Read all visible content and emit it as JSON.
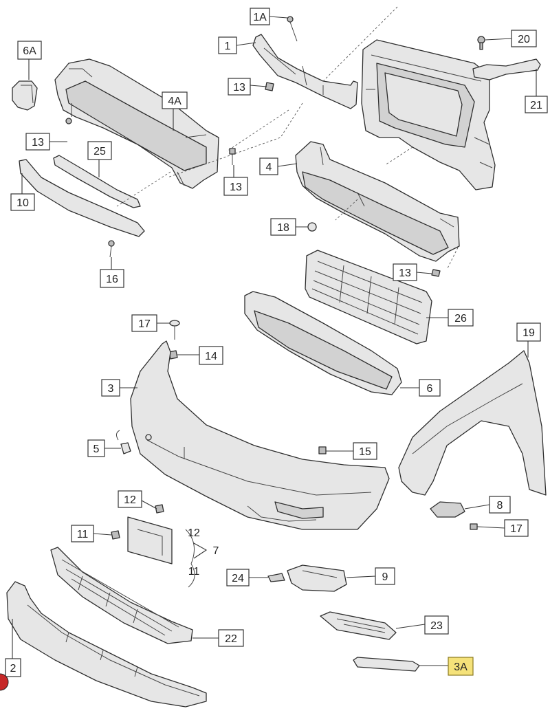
{
  "labels": {
    "l_1A": "1A",
    "l_1": "1",
    "l_13a": "13",
    "l_20": "20",
    "l_21": "21",
    "l_6A": "6A",
    "l_4A": "4A",
    "l_13b": "13",
    "l_25": "25",
    "l_13c": "13",
    "l_10": "10",
    "l_4": "4",
    "l_18": "18",
    "l_13d": "13",
    "l_16": "16",
    "l_26": "26",
    "l_17a": "17",
    "l_19": "19",
    "l_14": "14",
    "l_3": "3",
    "l_6": "6",
    "l_5": "5",
    "l_15": "15",
    "l_12a": "12",
    "l_8": "8",
    "l_11a": "11",
    "l_17b": "17",
    "l_12b": "12",
    "l_7": "7",
    "l_11b": "11",
    "l_24": "24",
    "l_9": "9",
    "l_22": "22",
    "l_23": "23",
    "l_2": "2",
    "l_3A": "3A"
  },
  "colors": {
    "highlight": "#f5e27a",
    "part_fill": "#e6e6e6",
    "outline": "#2e2e2e"
  }
}
